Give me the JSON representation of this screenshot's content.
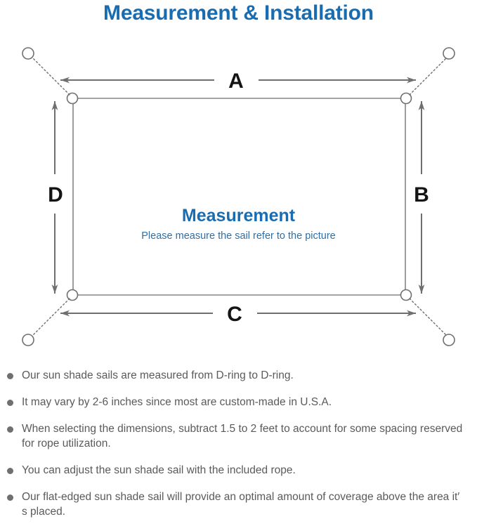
{
  "title": "Measurement & Installation",
  "diagram": {
    "center_heading": "Measurement",
    "center_subtext": "Please measure the sail refer to the picture",
    "dimension_labels": {
      "top": "A",
      "right": "B",
      "bottom": "C",
      "left": "D"
    },
    "colors": {
      "title_blue": "#1a6cb0",
      "subtext_blue": "#2d6fa8",
      "line_gray": "#6f6f6f",
      "sail_edge": "#808080",
      "note_text": "#5a5a5a",
      "bullet": "#6f6f6f"
    },
    "sail_corners": [
      "d-ring-top-left",
      "d-ring-top-right",
      "d-ring-bottom-right",
      "d-ring-bottom-left"
    ],
    "anchor_points": [
      "anchor-top-left",
      "anchor-top-right",
      "anchor-bottom-right",
      "anchor-bottom-left"
    ]
  },
  "notes": [
    "Our sun shade sails are measured from D-ring to D-ring.",
    "It may vary by 2-6 inches since most are custom-made in U.S.A.",
    "When selecting the dimensions, subtract 1.5 to 2 feet to account for some spacing reserved for rope utilization.",
    "You can adjust the sun shade sail with the included rope.",
    "Our flat-edged sun shade sail will provide an optimal amount of coverage above the area it′ s placed."
  ]
}
